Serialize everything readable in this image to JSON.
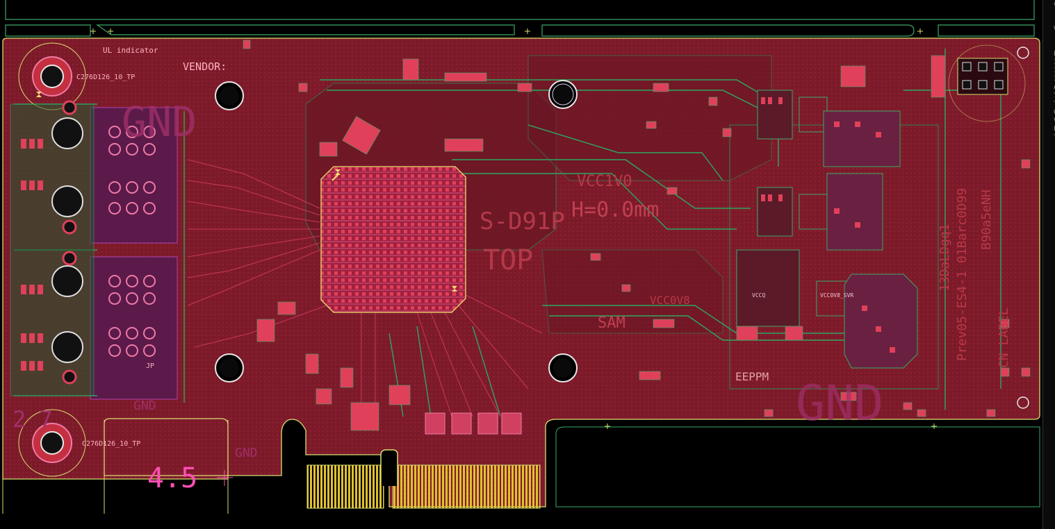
{
  "colors": {
    "background": "#000000",
    "board_copper": "#7d1a2a",
    "board_copper_light": "#8d2535",
    "outline": "#d8e070",
    "silk_green": "#3aa86a",
    "trace_green": "#1f6f3a",
    "pad_red": "#e0405a",
    "pad_pink": "#f07aa8",
    "keepout_magenta": "#b040b0",
    "dimension_pink": "#ff4fb4",
    "drill": "#e8e8e8",
    "bga_highlight": "#f0e070"
  },
  "board_labels": {
    "ul_indicator": "UL indicator",
    "vendor": "VENDOR:",
    "top_side_ref": "C276D126_10_TP",
    "bottom_side_ref": "C276D126_10_TP",
    "gnd_top": "GND",
    "gnd_bottom_left": "GND",
    "gnd_bottom_mid": "GND",
    "gnd_right": "GND",
    "vcc1v0": "VCC1V0",
    "vcc0v8": "VCC0V8",
    "vcc0v8_svr": "VCC0V8_SVR",
    "vccq": "VCCQ",
    "h_value": "H=0.0mm",
    "part_no": "S-D91P",
    "top": "TOP",
    "sam": "SAM",
    "eeprom": "EEPPM",
    "dim_value": "4.5",
    "corner_number": "2 7",
    "jp_label": "JP",
    "cn_label": "CN LABEL",
    "vertical_rev": "Prev05-ES4-1 01Barc0D99",
    "vertical_block_a": "13DaLDgq1",
    "vertical_block_b": "B90a5eNH"
  },
  "side_panel": {
    "letters": [
      "c",
      "",
      "",
      "V",
      "",
      "",
      "L",
      "I",
      "I",
      "I",
      "A",
      "T",
      "T",
      "G",
      "V",
      "E",
      "T"
    ]
  }
}
